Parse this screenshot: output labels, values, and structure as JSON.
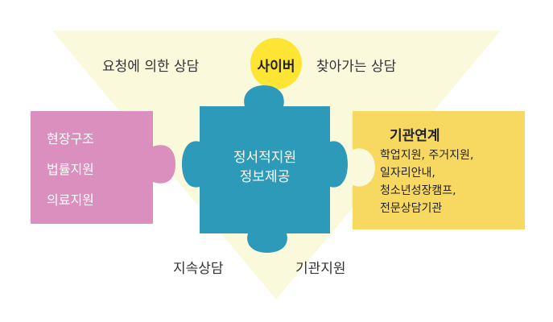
{
  "colors": {
    "triangle": "#FBF9DC",
    "circle": "#FEE533",
    "pink": "#DA8FBE",
    "teal": "#2C9AB8",
    "yellow": "#F7D860"
  },
  "top": {
    "left_label": "요청에 의한 상담",
    "center_label": "사이버",
    "right_label": "찾아가는 상담"
  },
  "left_piece": {
    "items": [
      "현장구조",
      "법률지원",
      "의료지원"
    ]
  },
  "center_piece": {
    "line1": "정서적지원",
    "line2": "정보제공"
  },
  "right_piece": {
    "title": "기관연계",
    "items": [
      "학업지원, 주거지원,",
      "일자리안내,",
      "청소년성장캠프,",
      "전문상담기관"
    ]
  },
  "bottom": {
    "left_label": "지속상담",
    "right_label": "기관지원"
  }
}
